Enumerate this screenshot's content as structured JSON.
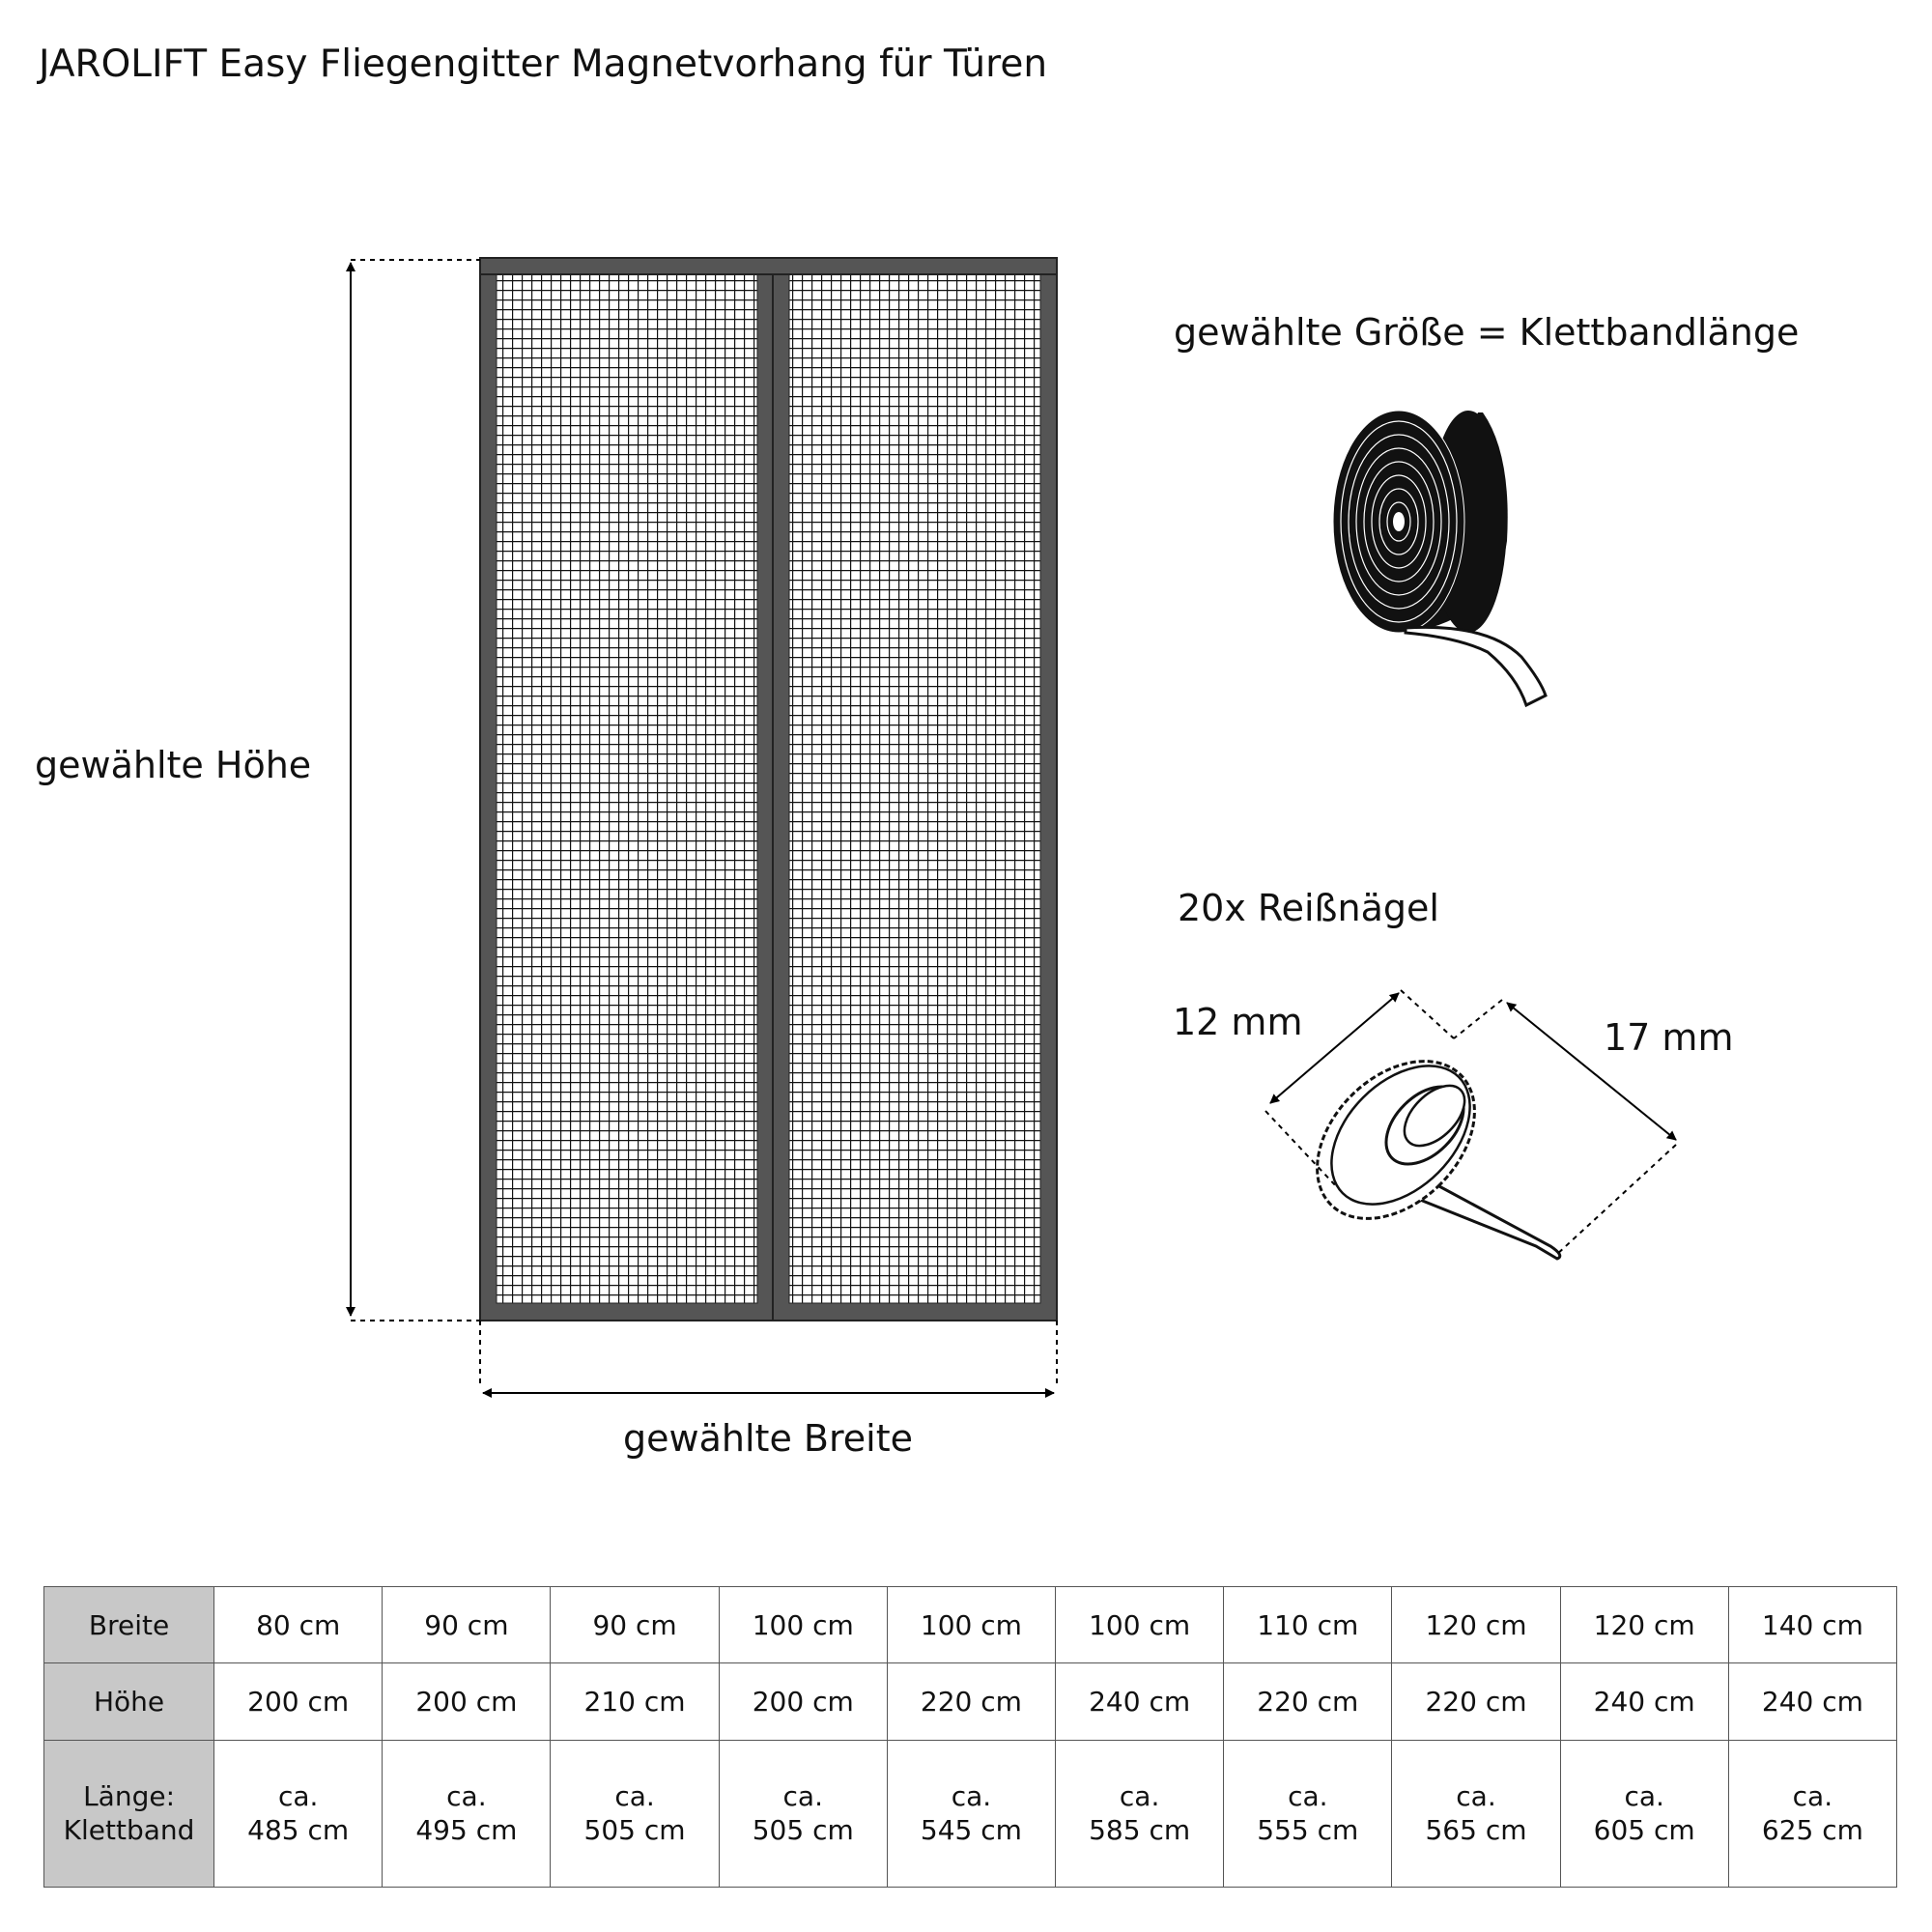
{
  "title": "JAROLIFT Easy Fliegengitter Magnetvorhang für Türen",
  "diagram": {
    "height_label": "gewählte Höhe",
    "width_label": "gewählte Breite",
    "size_label": "gewählte Größe = Klettbandlänge",
    "pins_label": "20x Reißnägel",
    "pin_head_label": "12 mm",
    "pin_length_label": "17 mm"
  },
  "colors": {
    "frame": "#555555",
    "header_cell": "#c8c8c8"
  },
  "table": {
    "row_headers": [
      "Breite",
      "Höhe",
      "Länge:",
      "Klettband"
    ],
    "breite": [
      "80 cm",
      "90 cm",
      "90 cm",
      "100 cm",
      "100 cm",
      "100 cm",
      "110 cm",
      "120 cm",
      "120 cm",
      "140 cm"
    ],
    "hoehe": [
      "200 cm",
      "200 cm",
      "210 cm",
      "200 cm",
      "220 cm",
      "240 cm",
      "220 cm",
      "220 cm",
      "240 cm",
      "240 cm"
    ],
    "ca": "ca.",
    "laenge": [
      "485 cm",
      "495 cm",
      "505 cm",
      "505 cm",
      "545 cm",
      "585 cm",
      "555 cm",
      "565 cm",
      "605 cm",
      "625 cm"
    ]
  }
}
